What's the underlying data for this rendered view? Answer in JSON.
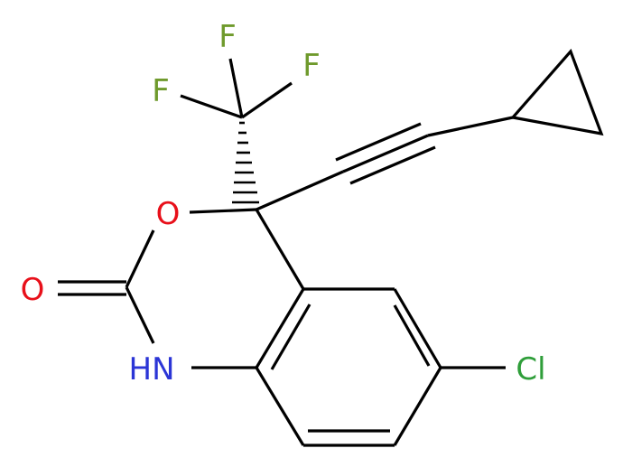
{
  "atoms": {
    "fluorine_top": "F",
    "fluorine_right": "F",
    "fluorine_left": "F",
    "ring_oxygen": "O",
    "carbonyl_oxygen": "O",
    "amine": "HN",
    "chlorine": "Cl"
  },
  "colors": {
    "bond": "#000000",
    "fluorine": "#6f9a2c",
    "oxygen": "#e8101a",
    "nitrogen": "#2b35d6",
    "chlorine": "#2f9e3a"
  }
}
